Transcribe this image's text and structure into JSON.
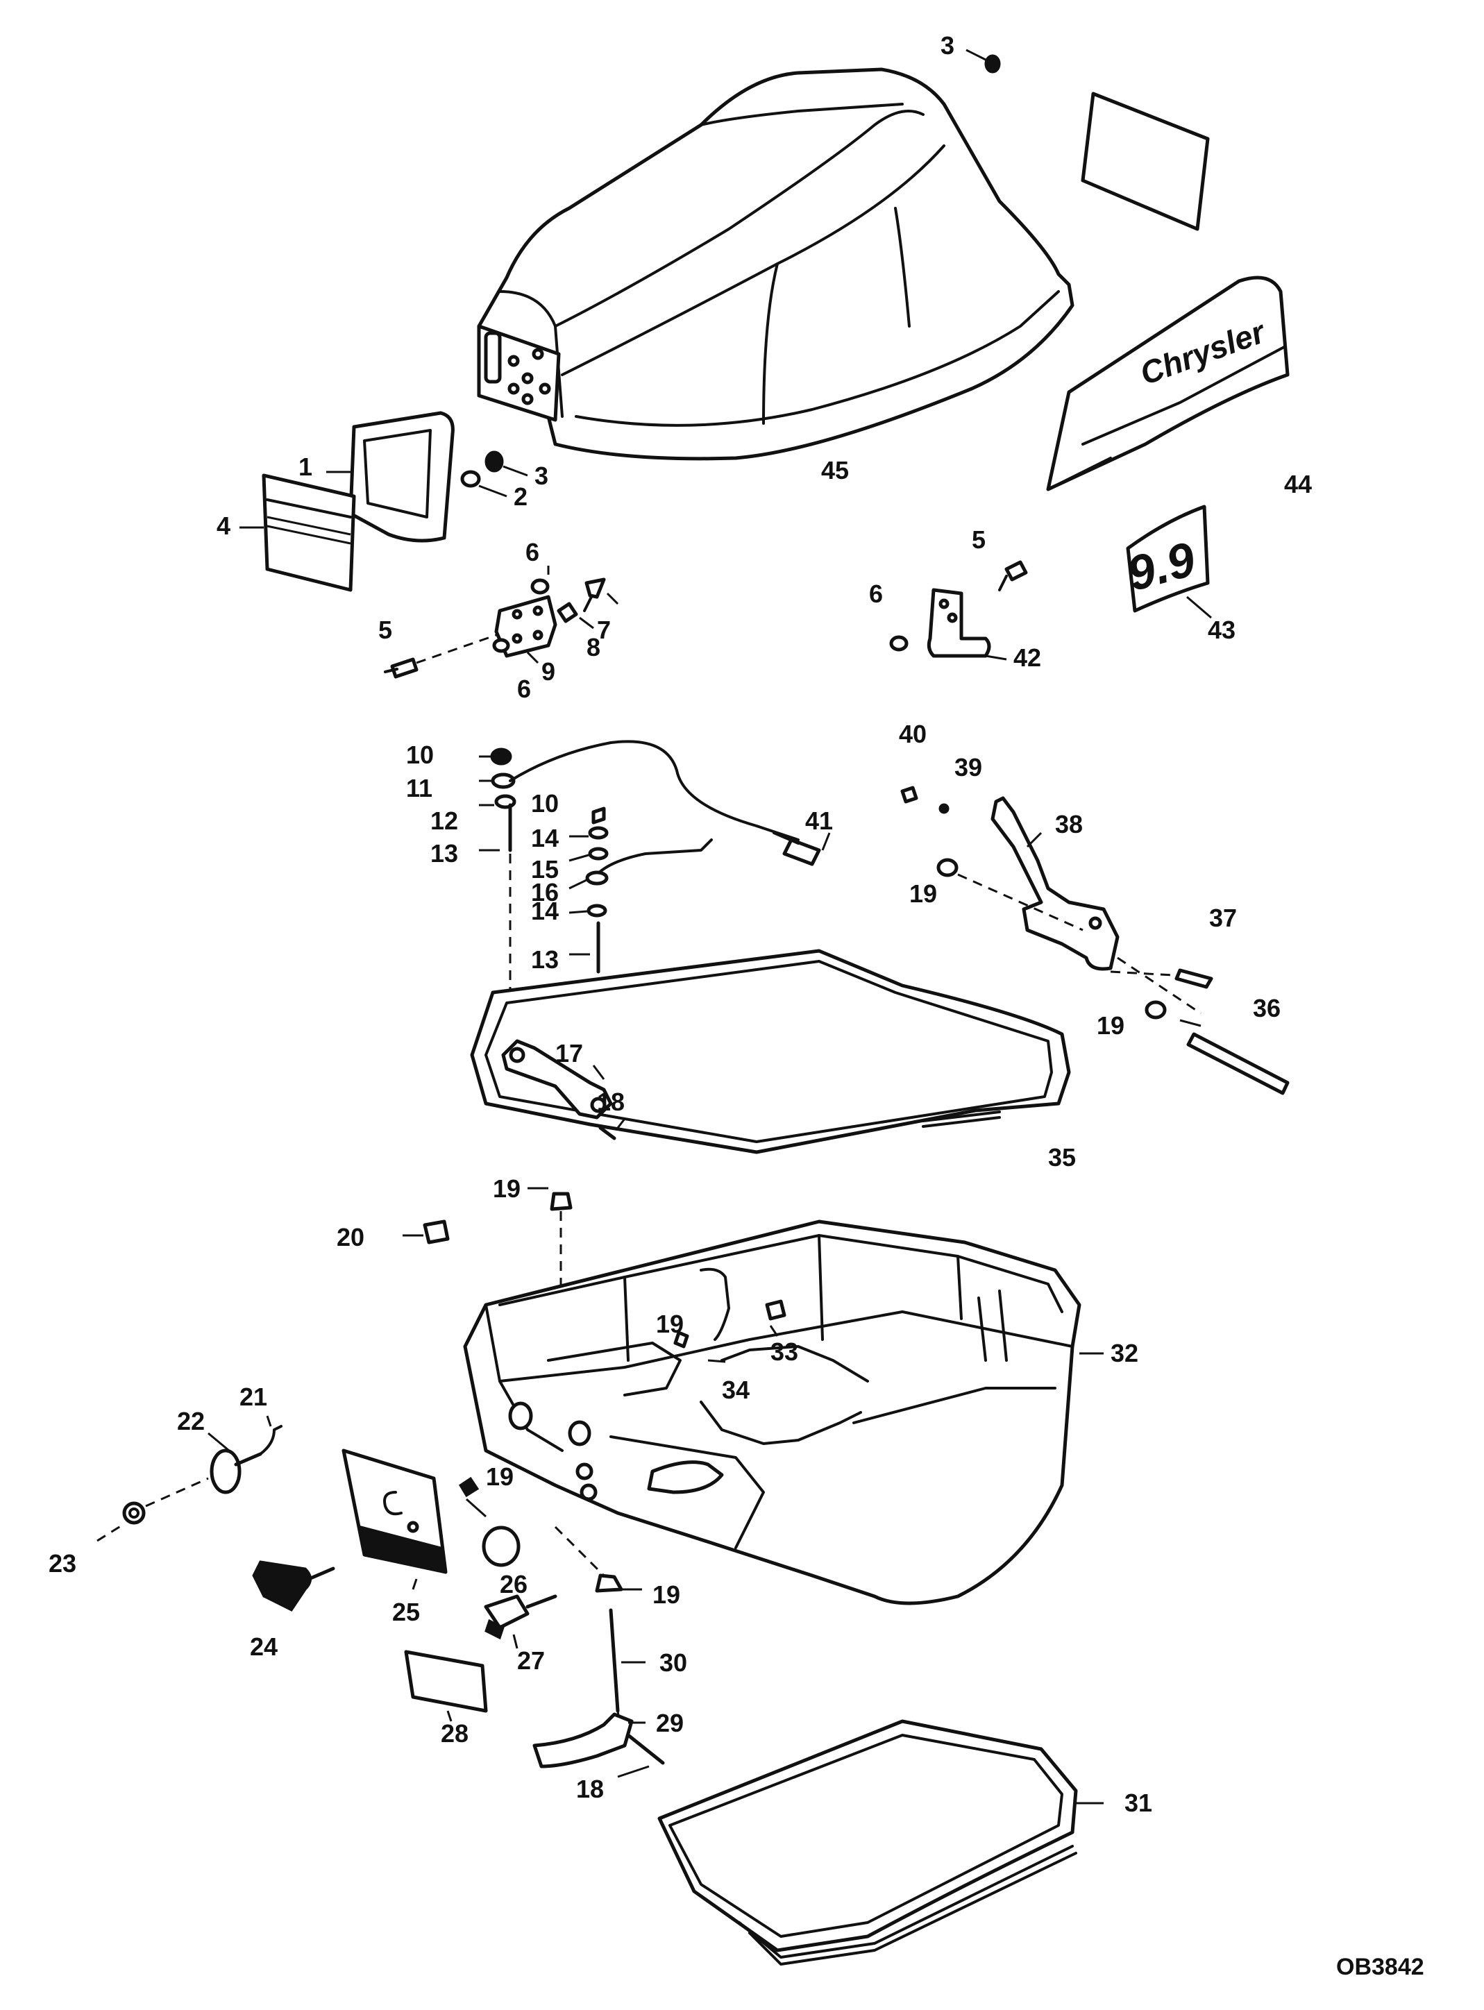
{
  "diagram": {
    "brand_text": "Chrysler",
    "model_badge": "9.9",
    "drawing_id": "OB3842",
    "callouts": [
      {
        "n": "1"
      },
      {
        "n": "2"
      },
      {
        "n": "3"
      },
      {
        "n": "3"
      },
      {
        "n": "4"
      },
      {
        "n": "5"
      },
      {
        "n": "5"
      },
      {
        "n": "6"
      },
      {
        "n": "6"
      },
      {
        "n": "6"
      },
      {
        "n": "7"
      },
      {
        "n": "8"
      },
      {
        "n": "9"
      },
      {
        "n": "10"
      },
      {
        "n": "10"
      },
      {
        "n": "11"
      },
      {
        "n": "12"
      },
      {
        "n": "13"
      },
      {
        "n": "13"
      },
      {
        "n": "14"
      },
      {
        "n": "14"
      },
      {
        "n": "15"
      },
      {
        "n": "16"
      },
      {
        "n": "17"
      },
      {
        "n": "18"
      },
      {
        "n": "18"
      },
      {
        "n": "19"
      },
      {
        "n": "19"
      },
      {
        "n": "19"
      },
      {
        "n": "19"
      },
      {
        "n": "19"
      },
      {
        "n": "19"
      },
      {
        "n": "20"
      },
      {
        "n": "21"
      },
      {
        "n": "22"
      },
      {
        "n": "23"
      },
      {
        "n": "24"
      },
      {
        "n": "25"
      },
      {
        "n": "26"
      },
      {
        "n": "27"
      },
      {
        "n": "28"
      },
      {
        "n": "29"
      },
      {
        "n": "30"
      },
      {
        "n": "31"
      },
      {
        "n": "32"
      },
      {
        "n": "33"
      },
      {
        "n": "34"
      },
      {
        "n": "35"
      },
      {
        "n": "36"
      },
      {
        "n": "37"
      },
      {
        "n": "38"
      },
      {
        "n": "39"
      },
      {
        "n": "40"
      },
      {
        "n": "41"
      },
      {
        "n": "42"
      },
      {
        "n": "43"
      },
      {
        "n": "44"
      },
      {
        "n": "45"
      }
    ]
  }
}
